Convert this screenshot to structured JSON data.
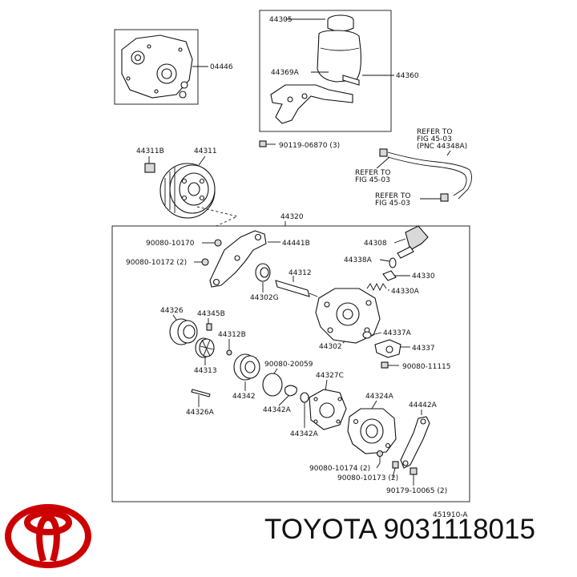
{
  "diagram": {
    "ref_code": "451910-A",
    "labels": {
      "p04446": "04446",
      "p44305": "44305",
      "p44369A": "44369A",
      "p44360": "44360",
      "p90119": "90119-06870 (3)",
      "refer1_a": "REFER TO",
      "refer1_b": "FIG 45-03",
      "refer1_c": "(PNC 44348A)",
      "refer2_a": "REFER TO",
      "refer2_b": "FIG 45-03",
      "refer3_a": "REFER TO",
      "refer3_b": "FIG 45-03",
      "p44311B": "44311B",
      "p44311": "44311",
      "p44320": "44320",
      "p90080_10170": "90080-10170",
      "p90080_10172": "90080-10172 (2)",
      "p44441B": "44441B",
      "p44312": "44312",
      "p44302G": "44302G",
      "p44308": "44308",
      "p44338A": "44338A",
      "p44330": "44330",
      "p44330A": "44330A",
      "p44326": "44326",
      "p44345B": "44345B",
      "p44312B": "44312B",
      "p44313": "44313",
      "p44302": "44302",
      "p44337A": "44337A",
      "p44337": "44337",
      "p90080_20059": "90080-20059",
      "p44327C": "44327C",
      "p90080_11115": "90080-11115",
      "p44342": "44342",
      "p44342A_1": "44342A",
      "p44324A": "44324A",
      "p44442A": "44442A",
      "p44326A": "44326A",
      "p44342A_2": "44342A",
      "p90080_10174": "90080-10174 (2)",
      "p90080_10173": "90080-10173 (2)",
      "p90179": "90179-10065 (2)"
    }
  },
  "brand": {
    "name": "TOYOTA",
    "part_number": "9031118015",
    "logo_color": "#cc0000"
  }
}
